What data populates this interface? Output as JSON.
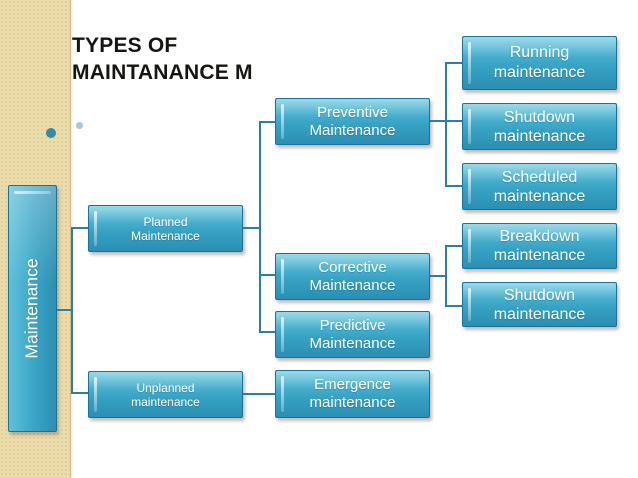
{
  "slide": {
    "title": "TYPES OF\nMAINTANANCE M",
    "bullets": {
      "large_dot_color": "#3589a9",
      "small_dot_color": "#aac5d8"
    }
  },
  "colors": {
    "box_gradient_top": "#74cbe1",
    "box_gradient_bottom": "#2b8fb2",
    "box_border": "#1a7296",
    "connector": "#2e7f9f",
    "strip_background": "#ecdcab",
    "title_text": "#171512",
    "node_text": "#ffffff"
  },
  "nodes": {
    "maintenance": {
      "label": "Maintenance"
    },
    "planned": {
      "label": "Planned\nMaintenance"
    },
    "unplanned": {
      "label": "Unplanned\nmaintenance"
    },
    "preventive": {
      "label": "Preventive\nMaintenance"
    },
    "corrective": {
      "label": "Corrective\nMaintenance"
    },
    "predictive": {
      "label": "Predictive\nMaintenance"
    },
    "emergence": {
      "label": "Emergence\nmaintenance"
    },
    "running": {
      "label": "Running\nmaintenance"
    },
    "shutdown_preventive": {
      "label": "Shutdown\nmaintenance"
    },
    "scheduled": {
      "label": "Scheduled\nmaintenance"
    },
    "breakdown": {
      "label": "Breakdown\nmaintenance"
    },
    "shutdown_corrective": {
      "label": "Shutdown\nmaintenance"
    }
  },
  "edges": [
    {
      "from": "Maintenance",
      "to": "Planned Maintenance"
    },
    {
      "from": "Maintenance",
      "to": "Unplanned maintenance"
    },
    {
      "from": "Planned Maintenance",
      "to": "Preventive Maintenance"
    },
    {
      "from": "Planned Maintenance",
      "to": "Corrective Maintenance"
    },
    {
      "from": "Planned Maintenance",
      "to": "Predictive Maintenance"
    },
    {
      "from": "Unplanned maintenance",
      "to": "Emergence maintenance"
    },
    {
      "from": "Preventive Maintenance",
      "to": "Running maintenance"
    },
    {
      "from": "Preventive Maintenance",
      "to": "Shutdown maintenance"
    },
    {
      "from": "Preventive Maintenance",
      "to": "Scheduled maintenance"
    },
    {
      "from": "Corrective Maintenance",
      "to": "Breakdown maintenance"
    },
    {
      "from": "Corrective Maintenance",
      "to": "Shutdown maintenance"
    }
  ]
}
